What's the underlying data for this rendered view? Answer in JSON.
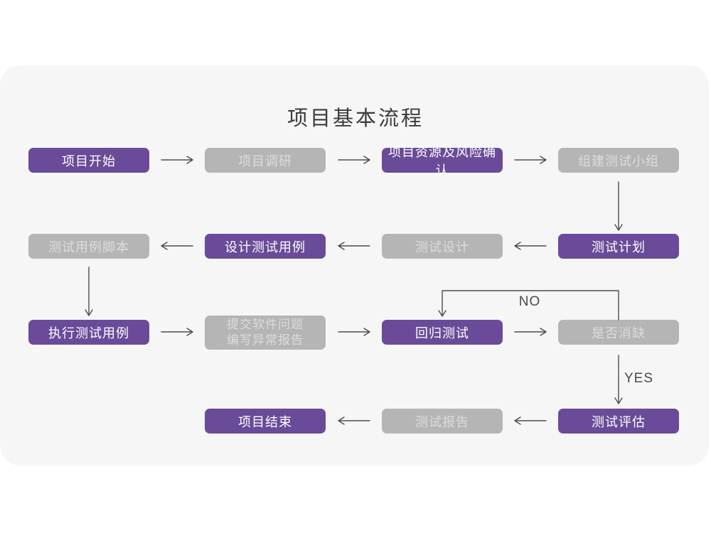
{
  "title": "项目基本流程",
  "colors": {
    "page_bg": "#ffffff",
    "card_bg": "#f6f6f6",
    "purple": "#6a4b99",
    "node_gray": "#b5b5b5",
    "gray_text": "#dcdcdc",
    "purple_text": "#ffffff",
    "arrow": "#4d4d4d",
    "title_color": "#3c3c3c",
    "label_color": "#4a4a4a"
  },
  "flow": {
    "nodes": [
      {
        "id": "project-start",
        "label": "项目开始",
        "variant": "purple"
      },
      {
        "id": "project-research",
        "label": "项目调研",
        "variant": "gray"
      },
      {
        "id": "resources-risk-confirm",
        "label": "项目资源及风险确认",
        "variant": "purple"
      },
      {
        "id": "build-test-team",
        "label": "组建测试小组",
        "variant": "gray"
      },
      {
        "id": "test-case-script",
        "label": "测试用例脚本",
        "variant": "gray"
      },
      {
        "id": "design-test-case",
        "label": "设计测试用例",
        "variant": "purple"
      },
      {
        "id": "test-design",
        "label": "测试设计",
        "variant": "gray"
      },
      {
        "id": "test-plan",
        "label": "测试计划",
        "variant": "purple"
      },
      {
        "id": "execute-test-case",
        "label": "执行测试用例",
        "variant": "purple"
      },
      {
        "id": "submit-issue-report",
        "label": "提交软件问题\n编写异常报告",
        "variant": "gray"
      },
      {
        "id": "regression-test",
        "label": "回归测试",
        "variant": "purple"
      },
      {
        "id": "defect-cleared",
        "label": "是否消缺",
        "variant": "gray"
      },
      {
        "id": "project-end",
        "label": "项目结束",
        "variant": "purple"
      },
      {
        "id": "test-report",
        "label": "测试报告",
        "variant": "gray"
      },
      {
        "id": "test-evaluation",
        "label": "测试评估",
        "variant": "purple"
      }
    ],
    "decision_labels": {
      "no": "NO",
      "yes": "YES"
    },
    "edges": [
      {
        "from": "project-start",
        "to": "project-research",
        "label": ""
      },
      {
        "from": "project-research",
        "to": "resources-risk-confirm",
        "label": ""
      },
      {
        "from": "resources-risk-confirm",
        "to": "build-test-team",
        "label": ""
      },
      {
        "from": "build-test-team",
        "to": "test-plan",
        "label": ""
      },
      {
        "from": "test-plan",
        "to": "test-design",
        "label": ""
      },
      {
        "from": "test-design",
        "to": "design-test-case",
        "label": ""
      },
      {
        "from": "design-test-case",
        "to": "test-case-script",
        "label": ""
      },
      {
        "from": "test-case-script",
        "to": "execute-test-case",
        "label": ""
      },
      {
        "from": "execute-test-case",
        "to": "submit-issue-report",
        "label": ""
      },
      {
        "from": "submit-issue-report",
        "to": "regression-test",
        "label": ""
      },
      {
        "from": "regression-test",
        "to": "defect-cleared",
        "label": ""
      },
      {
        "from": "defect-cleared",
        "to": "regression-test",
        "label": "NO"
      },
      {
        "from": "defect-cleared",
        "to": "test-evaluation",
        "label": "YES"
      },
      {
        "from": "test-evaluation",
        "to": "test-report",
        "label": ""
      },
      {
        "from": "test-report",
        "to": "project-end",
        "label": ""
      }
    ]
  }
}
